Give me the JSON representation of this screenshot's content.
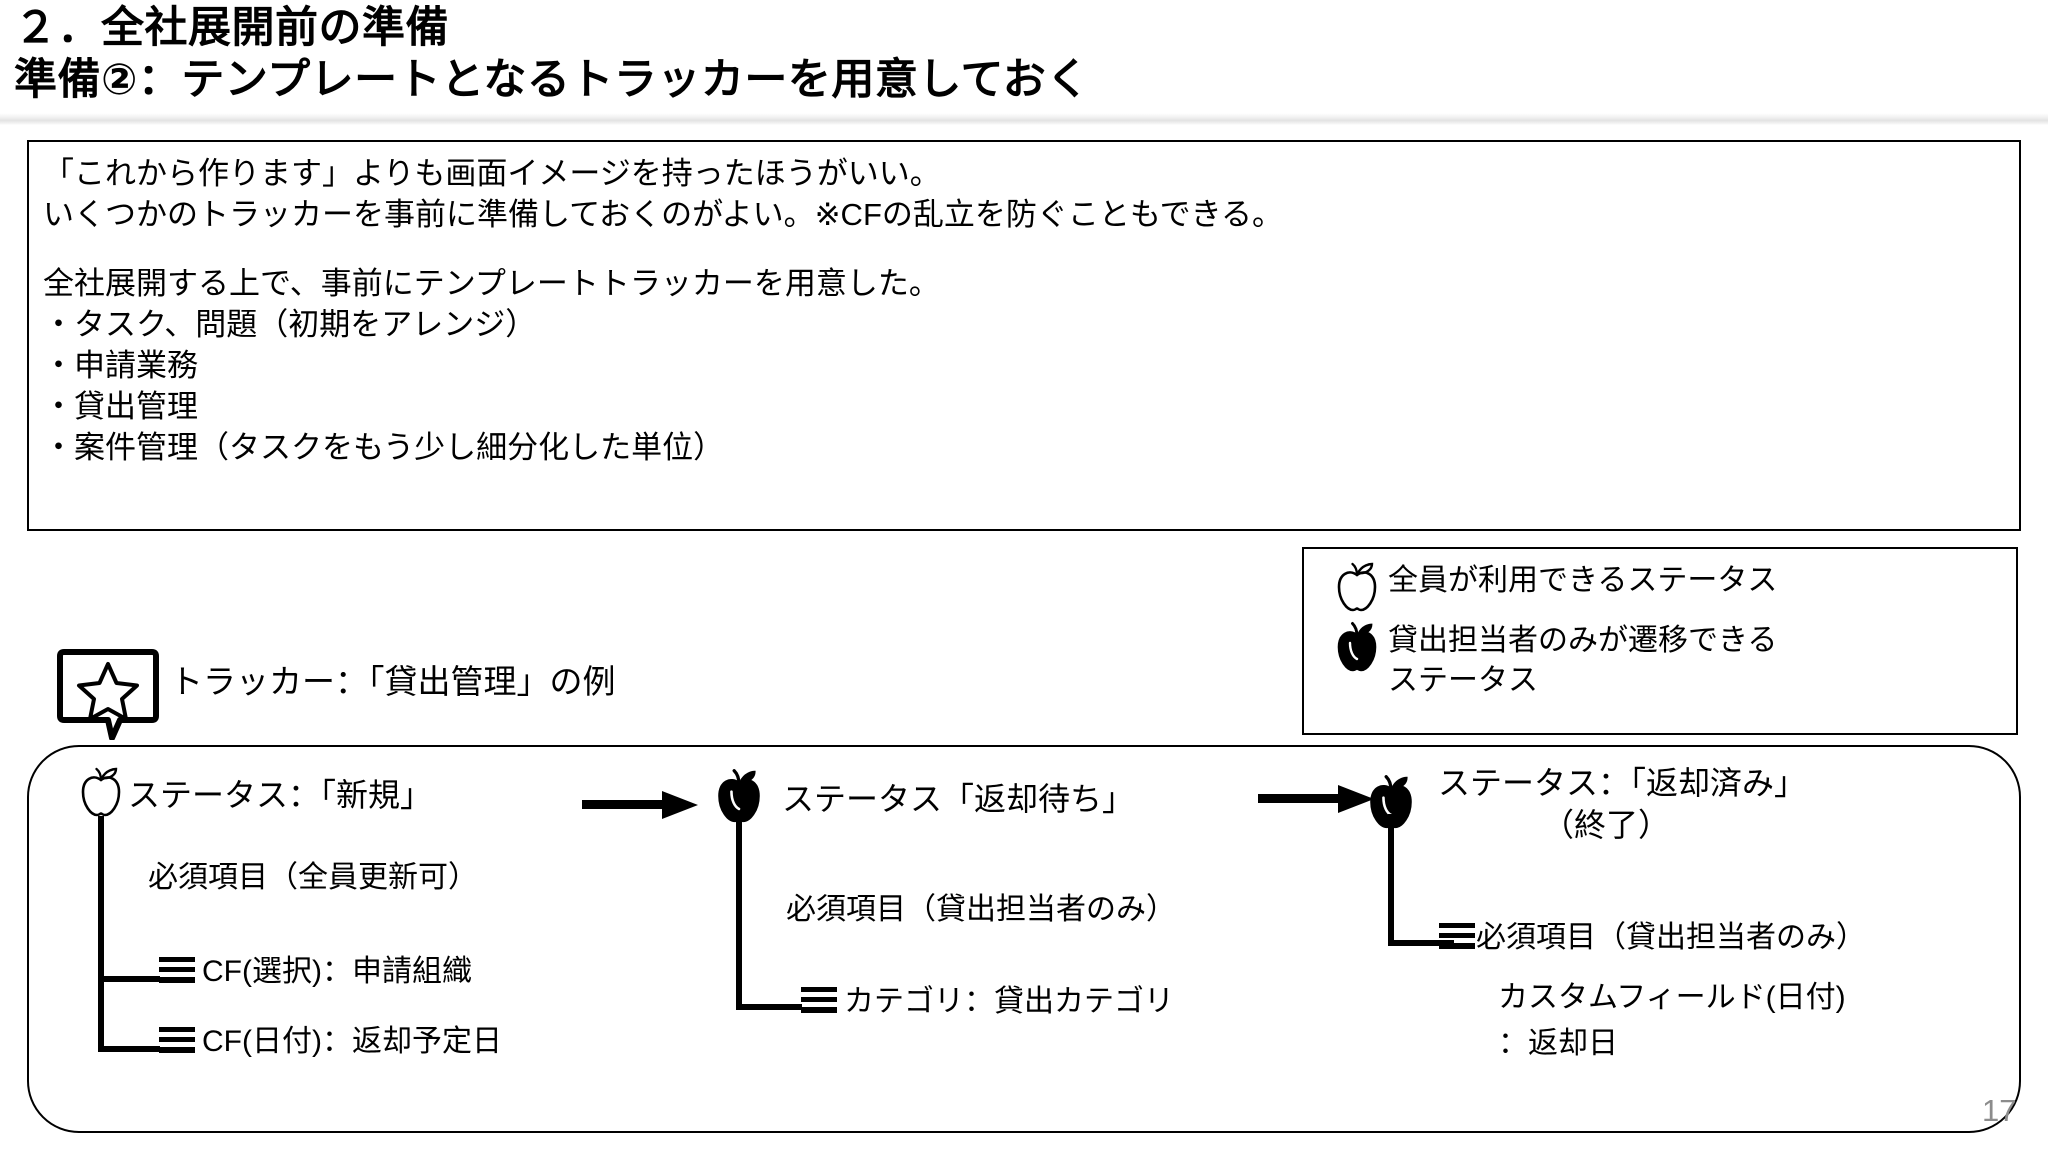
{
  "slide": {
    "page_number": "17",
    "header": {
      "line1": "２．全社展開前の準備",
      "line2": "準備②：テンプレートとなるトラッカーを用意しておく"
    },
    "description_box": {
      "lines": [
        "「これから作ります」よりも画面イメージを持ったほうがいい。",
        "いくつかのトラッカーを事前に準備しておくのがよい。※CFの乱立を防ぐこともできる。"
      ],
      "paragraph2_intro": "全社展開する上で、事前にテンプレートトラッカーを用意した。",
      "bullets": [
        "・タスク、問題（初期をアレンジ）",
        "・申請業務",
        "・貸出管理",
        "・案件管理（タスクをもう少し細分化した単位）"
      ]
    },
    "legend": {
      "items": [
        {
          "icon": "apple-outline-icon",
          "label": "全員が利用できるステータス"
        },
        {
          "icon": "apple-filled-icon",
          "label_line1": "貸出担当者のみが遷移できる",
          "label_line2": "ステータス"
        }
      ]
    },
    "callout": {
      "icon": "star-icon",
      "label": "トラッカー：「貸出管理」の例"
    },
    "flow": {
      "arrow1": "arrow-right-icon",
      "arrow2": "arrow-right-icon",
      "nodes": [
        {
          "icon": "apple-outline-icon",
          "status": "ステータス：「新規」",
          "status_sub": "",
          "required_label": "必須項目（全員更新可）",
          "fields": [
            {
              "icon": "menu-lines-icon",
              "text": "CF(選択)：申請組織"
            },
            {
              "icon": "menu-lines-icon",
              "text": "CF(日付)：返却予定日"
            }
          ]
        },
        {
          "icon": "apple-filled-icon",
          "status": "ステータス「返却待ち」",
          "status_sub": "",
          "required_label": "必須項目（貸出担当者のみ）",
          "fields": [
            {
              "icon": "menu-lines-icon",
              "text": "カテゴリ：貸出カテゴリ"
            }
          ]
        },
        {
          "icon": "apple-filled-icon",
          "status": "ステータス：「返却済み」",
          "status_sub": "（終了）",
          "required_label": "必須項目（貸出担当者のみ）",
          "fields": [],
          "extra_lines": [
            "カスタムフィールド(日付)",
            "：返却日"
          ]
        }
      ]
    }
  }
}
